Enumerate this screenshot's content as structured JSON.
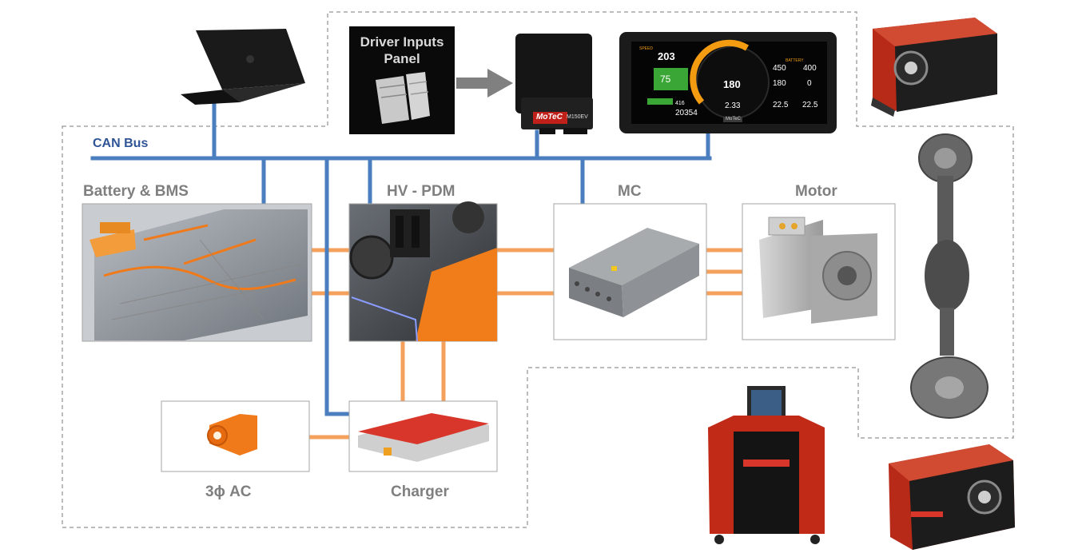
{
  "labels": {
    "can_bus": "CAN Bus",
    "battery_bms": "Battery & BMS",
    "hv_pdm": "HV - PDM",
    "mc": "MC",
    "motor": "Motor",
    "three_phase_ac": "3ϕ AC",
    "charger": "Charger",
    "driver_inputs": "Driver Inputs Panel"
  },
  "ecu": {
    "brand": "MoTeC",
    "model": "M150EV"
  },
  "dash_display": {
    "brand": "MoTeC",
    "speed_label": "SPEED",
    "speed": "203",
    "center_value": "180",
    "lower_value": "2.33",
    "battery_label": "BATTERY",
    "battery_left": "450",
    "battery_right": "400",
    "row2_left": "180",
    "row2_right": "0",
    "soc": "75",
    "odo_small": "416",
    "odo": "20354",
    "temp_left": "22.5",
    "temp_right": "22.5"
  },
  "colors": {
    "can_bus": "#4a7ebf",
    "power_line": "#f4a15d",
    "dashed_border": "#9e9e9e",
    "label_text": "#7f7f7f",
    "dyno_red": "#c8321e"
  }
}
